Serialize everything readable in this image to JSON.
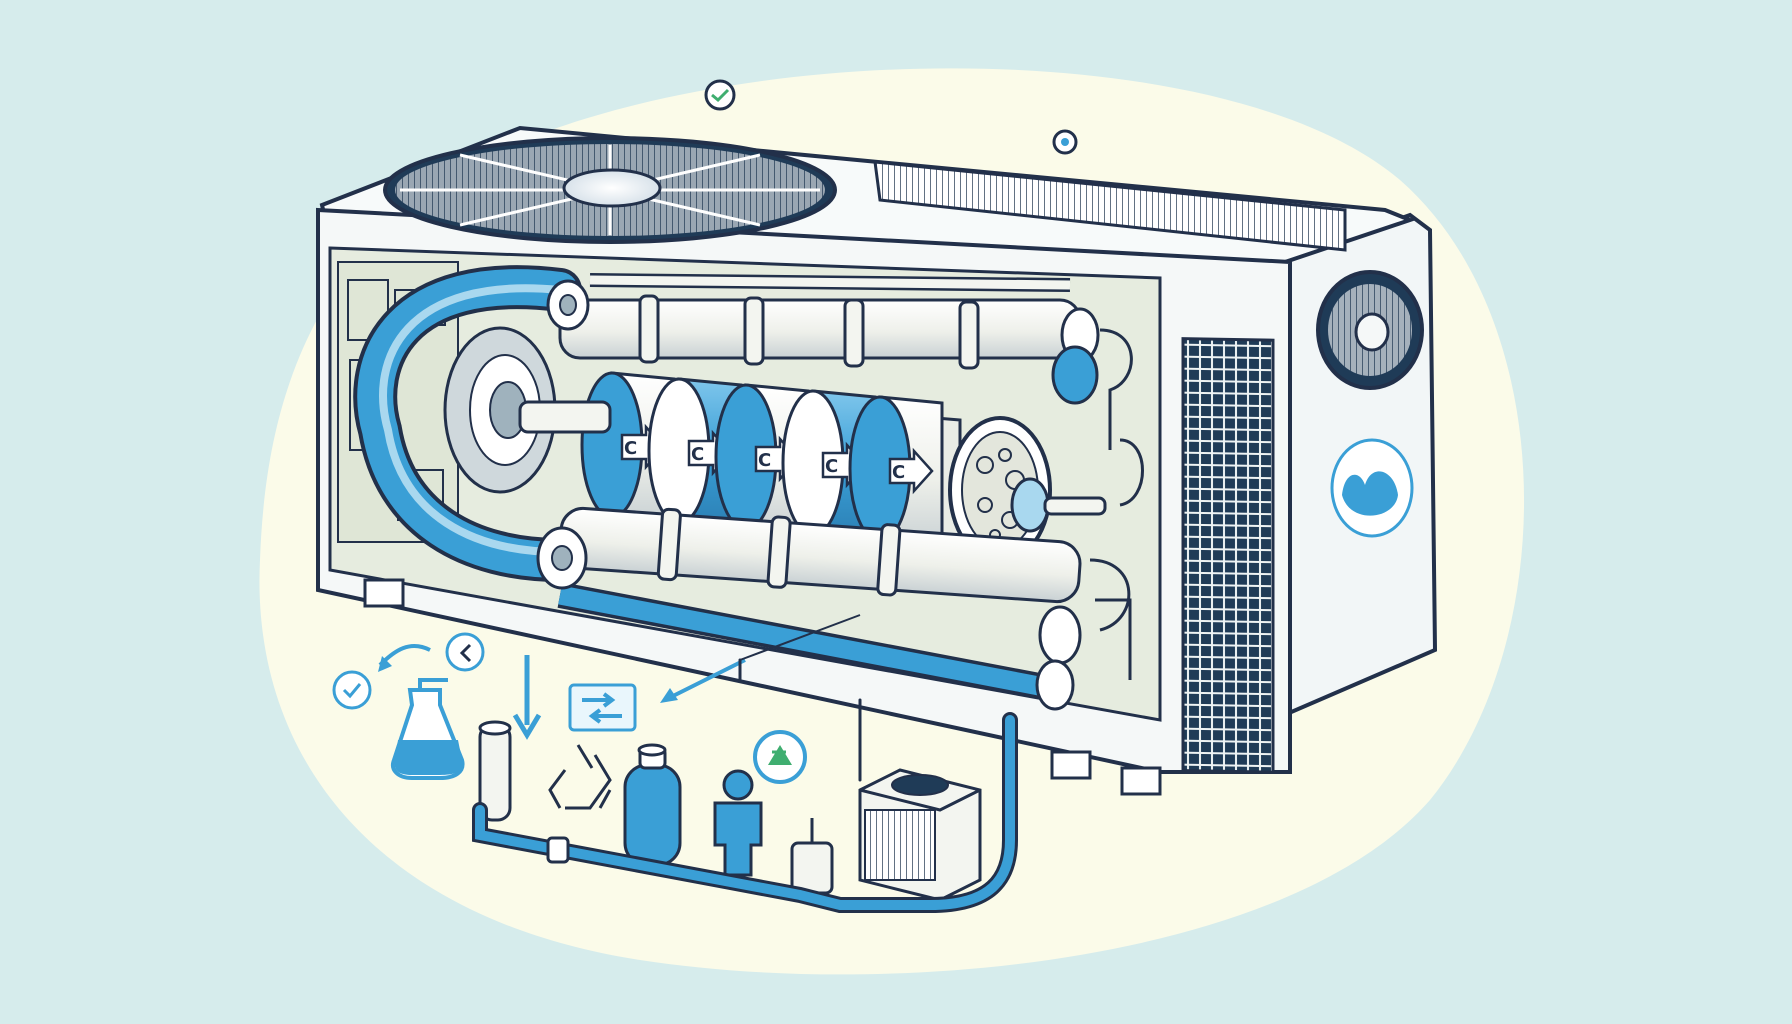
{
  "illustration": {
    "segment_labels": [
      "C",
      "C",
      "C",
      "C",
      "C"
    ]
  },
  "colors": {
    "background": "#d6ecec",
    "spotlight": "#fbfbe9",
    "outline": "#22304a",
    "accent_blue": "#3a9fd6",
    "light_blue": "#a9d8ef",
    "unit_body": "#f5f8f8",
    "recycle_green": "#3fae70"
  },
  "icons": [
    "recycling-icon",
    "leaf-badge-icon",
    "spray-bottle-icon",
    "person-icon",
    "arrow-down-icon",
    "swap-arrows-icon",
    "small-condenser-icon"
  ]
}
